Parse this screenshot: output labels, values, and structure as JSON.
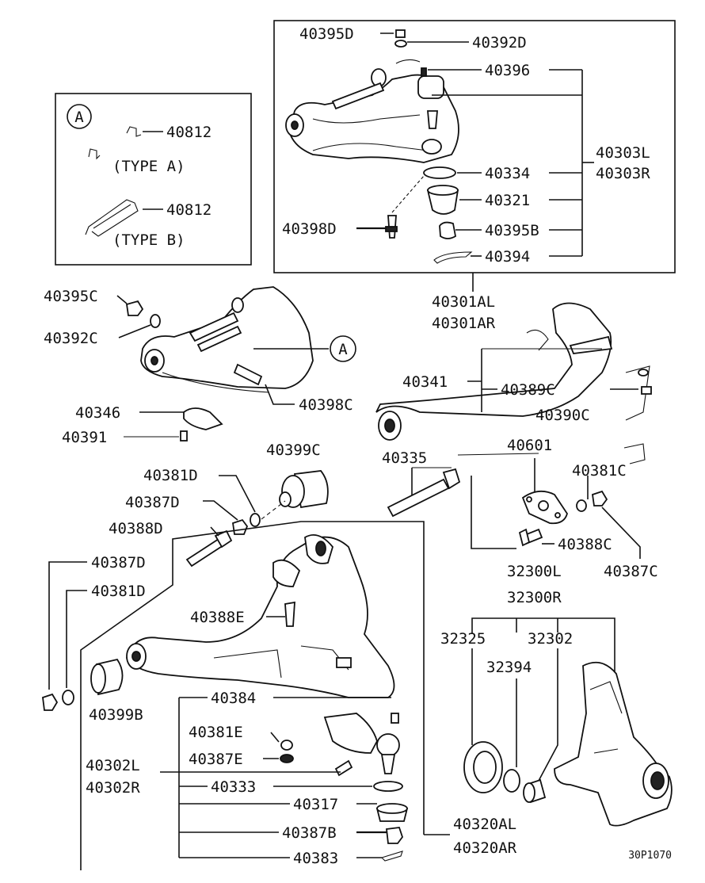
{
  "labels": {
    "p40395D": "40395D",
    "p40392D": "40392D",
    "p40396": "40396",
    "p40303L": "40303L",
    "p40303R": "40303R",
    "p40334": "40334",
    "p40321": "40321",
    "p40398D": "40398D",
    "p40395B": "40395B",
    "p40394": "40394",
    "p40301AL": "40301AL",
    "p40301AR": "40301AR",
    "inset_A": "A",
    "inset_40812a": "40812",
    "inset_typeA": "(TYPE  A)",
    "inset_40812b": "40812",
    "inset_typeB": "(TYPE  B)",
    "p40395C": "40395C",
    "p40392C": "40392C",
    "ref_A": "A",
    "p40398C": "40398C",
    "p40346": "40346",
    "p40391": "40391",
    "p40341": "40341",
    "p40389C": "40389C",
    "p40390C": "40390C",
    "p40399C": "40399C",
    "p40335": "40335",
    "p40601": "40601",
    "p40381D_a": "40381D",
    "p40387D_a": "40387D",
    "p40381C": "40381C",
    "p40388D": "40388D",
    "p40388C": "40388C",
    "p40387D_b": "40387D",
    "p40381D_b": "40381D",
    "p32300L": "32300L",
    "p32300R": "32300R",
    "p40387C": "40387C",
    "p40388E": "40388E",
    "p32325": "32325",
    "p32302": "32302",
    "p32394": "32394",
    "p40399B": "40399B",
    "p40384": "40384",
    "p40381E": "40381E",
    "p40387E": "40387E",
    "p40302L": "40302L",
    "p40302R": "40302R",
    "p40333": "40333",
    "p40317": "40317",
    "p40387B": "40387B",
    "p40320AL": "40320AL",
    "p40320AR": "40320AR",
    "p40383": "40383",
    "drawing_code": "30P1070"
  }
}
